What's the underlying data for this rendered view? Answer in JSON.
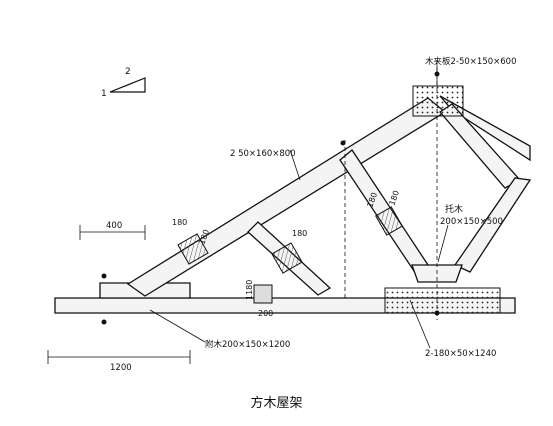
{
  "caption": "方木屋架",
  "slope_triangle": {
    "run": "2",
    "rise": "1"
  },
  "labels": {
    "splint_top": "木夹板2-50×150×600",
    "rafter_pair": "2 50×160×800",
    "bracket": "托木",
    "bracket_size": "200×150×500",
    "attached_wood": "附木200×150×1200",
    "bottom_pair": "2-180×50×1240"
  },
  "dimensions": {
    "left_400": "400",
    "left_1200": "1200",
    "d180_a": "180",
    "d180_b": "180",
    "d180_c": "180",
    "d180_d": "180",
    "d200": "200",
    "d180_vert": "180",
    "d1180": "1180"
  },
  "colors": {
    "ink": "#111111",
    "timber_fill": "#f4f4f4",
    "shade": "#c8c8c8"
  }
}
